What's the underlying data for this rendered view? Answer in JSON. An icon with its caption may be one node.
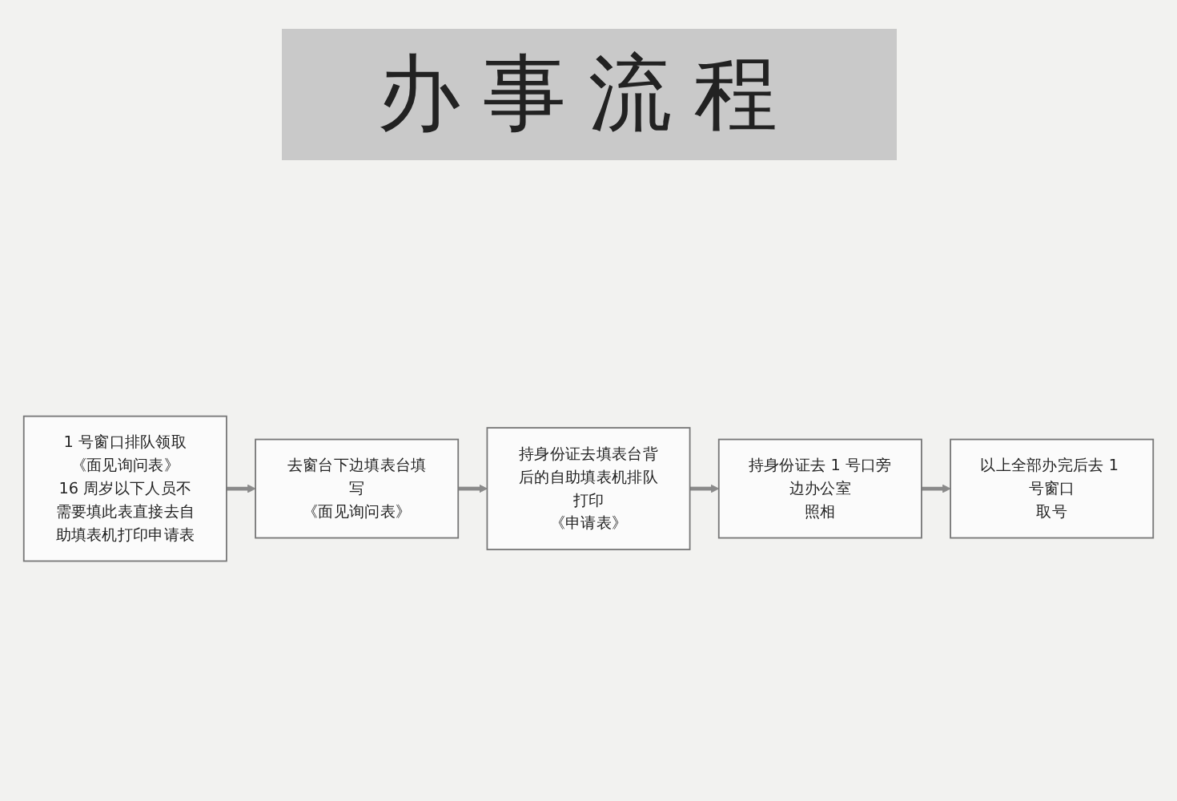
{
  "diagram": {
    "title": "办事流程",
    "nodes": [
      {
        "text": [
          "1 号窗口排队领取",
          "《面见询问表》",
          "16 周岁以下人员不需要填此表直接去自助填表机打印申请表"
        ]
      },
      {
        "text": [
          "去窗台下边填表台填写",
          "《面见询问表》"
        ]
      },
      {
        "text": [
          "持身份证去填表台背后的自助填表机排队打印",
          "《申请表》"
        ]
      },
      {
        "text": [
          "持身份证去 1 号口旁边办公室",
          "照相"
        ]
      },
      {
        "text": [
          "以上全部办完后去 1 号窗口",
          "取号"
        ]
      }
    ],
    "edges": [
      {
        "from": 0,
        "to": 1,
        "arrow": "to"
      },
      {
        "from": 1,
        "to": 2,
        "arrow": "to"
      },
      {
        "from": 2,
        "to": 3,
        "arrow": "to"
      },
      {
        "from": 3,
        "to": 4,
        "arrow": "to"
      }
    ]
  }
}
